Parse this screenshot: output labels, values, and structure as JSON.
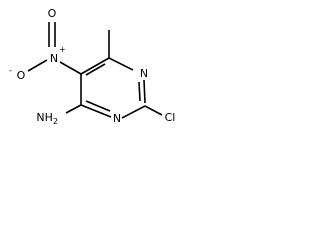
{
  "atoms": {
    "n1": "N",
    "n3": "N",
    "cl": "Cl",
    "amine": "NH",
    "amine_sub": "2",
    "nitro_n": "N",
    "nitro_n_charge": "+",
    "nitro_o_top": "O",
    "nitro_o_left": "O",
    "nitro_o_left_charge": "-"
  }
}
